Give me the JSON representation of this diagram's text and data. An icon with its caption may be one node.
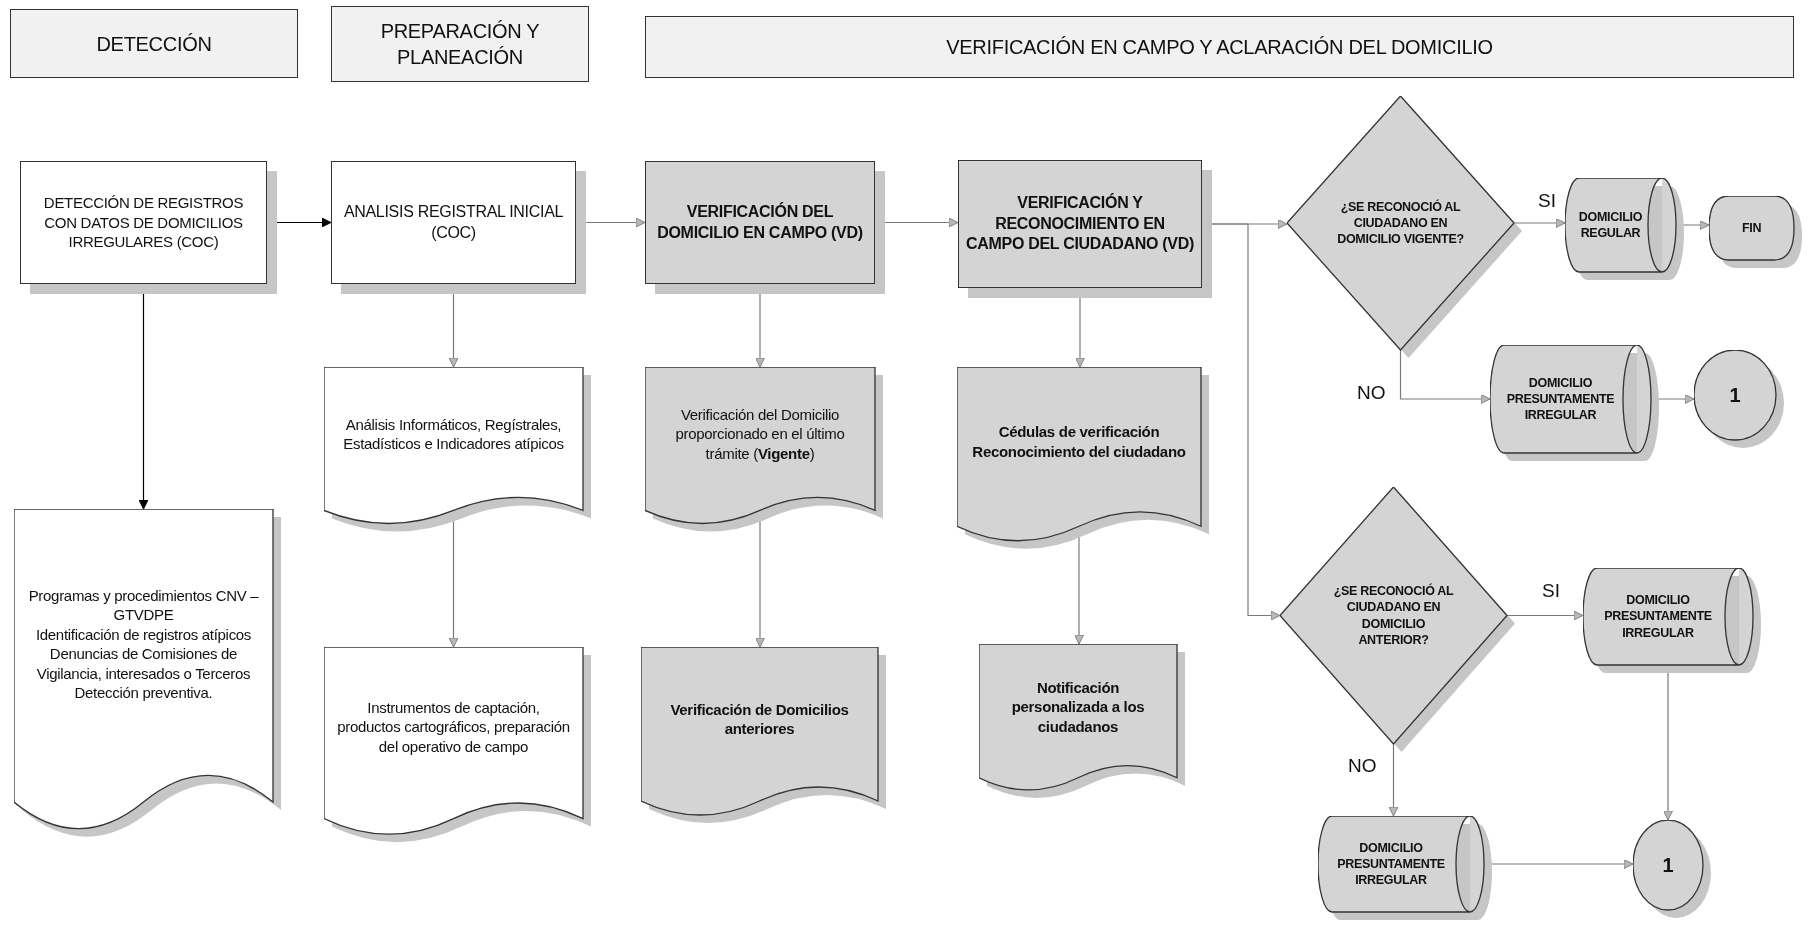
{
  "diagram": {
    "nodes": [
      {
        "text": [
          "DETECCIÓN"
        ]
      },
      {
        "text": [
          "PREPARACIÓN Y PLANEACIÓN"
        ]
      },
      {
        "text": [
          "VERIFICACIÓN EN CAMPO Y ACLARACIÓN DEL DOMICILIO"
        ]
      },
      {
        "text": [
          "DETECCIÓN DE REGISTROS CON DATOS DE DOMICILIOS IRREGULARES (COC)"
        ]
      },
      {
        "text": [
          "ANALISIS REGISTRAL INICIAL (COC)"
        ]
      },
      {
        "text": [
          "VERIFICACIÓN DEL DOMICILIO EN CAMPO (VD)"
        ]
      },
      {
        "text": [
          "VERIFICACIÓN Y RECONOCIMIENTO EN CAMPO DEL CIUDADANO (VD)"
        ]
      },
      {
        "text": [
          "¿SE RECONOCIÓ AL CIUDADANO EN DOMICILIO VIGENTE?"
        ]
      },
      {
        "text": [
          "DOMICILIO REGULAR"
        ]
      },
      {
        "text": [
          "FIN"
        ]
      },
      {
        "text": [
          "DOMICILIO PRESUNTAMENTE IRREGULAR"
        ]
      },
      {
        "text": [
          "1"
        ]
      },
      {
        "text": [
          "Análisis Informáticos, Regístrales, Estadísticos e Indicadores atípicos"
        ]
      },
      {
        "text": [
          "Verificación del Domicilio proporcionado en el último trámite (**Vigente**)"
        ]
      },
      {
        "text": [
          "Cédulas de verificación",
          "Reconocimiento del ciudadano"
        ]
      },
      {
        "text": [
          "Programas y procedimientos CNV – GTVDPE",
          "Identificación de registros atípicos",
          "Denuncias de Comisiones de Vigilancia, interesados o Terceros",
          "Detección preventiva."
        ]
      },
      {
        "text": [
          "Instrumentos de captación, productos cartográficos, preparación del operativo de campo"
        ]
      },
      {
        "text": [
          "Verificación de Domicilios anteriores"
        ]
      },
      {
        "text": [
          "Notificación personalizada a los ciudadanos"
        ]
      },
      {
        "text": [
          "¿SE RECONOCIÓ AL CIUDADANO EN DOMICILIO ANTERIOR?"
        ]
      },
      {
        "text": [
          "DOMICILIO PRESUNTAMENTE IRREGULAR"
        ]
      },
      {
        "text": [
          "DOMICILIO PRESUNTAMENTE IRREGULAR"
        ]
      },
      {
        "text": [
          "1"
        ]
      }
    ],
    "edges": [
      {
        "from": 3,
        "to": 4,
        "arrow": "to",
        "color": "#000000"
      },
      {
        "from": 3,
        "to": 15,
        "arrow": "to",
        "color": "#000000"
      },
      {
        "from": 4,
        "to": 5,
        "arrow": "to"
      },
      {
        "from": 4,
        "to": 12,
        "arrow": "to"
      },
      {
        "from": 12,
        "to": 16,
        "arrow": "to"
      },
      {
        "from": 5,
        "to": 6,
        "arrow": "to"
      },
      {
        "from": 5,
        "to": 13,
        "arrow": "to"
      },
      {
        "from": 13,
        "to": 17,
        "arrow": "to"
      },
      {
        "from": 6,
        "to": 7,
        "arrow": "to"
      },
      {
        "from": 6,
        "to": 19,
        "arrow": "to"
      },
      {
        "from": 6,
        "to": 14,
        "arrow": "to"
      },
      {
        "from": 14,
        "to": 18,
        "arrow": "to"
      },
      {
        "from": 7,
        "to": 8,
        "arrow": "to",
        "label": "SI"
      },
      {
        "from": 7,
        "to": 10,
        "arrow": "to",
        "label": "NO"
      },
      {
        "from": 8,
        "to": 9,
        "arrow": "to"
      },
      {
        "from": 10,
        "to": 11,
        "arrow": "to"
      },
      {
        "from": 19,
        "to": 20,
        "arrow": "to",
        "label": "SI"
      },
      {
        "from": 19,
        "to": 21,
        "arrow": "to",
        "label": "NO"
      },
      {
        "from": 20,
        "to": 22,
        "arrow": "to"
      },
      {
        "from": 21,
        "to": 22,
        "arrow": "to"
      }
    ]
  }
}
